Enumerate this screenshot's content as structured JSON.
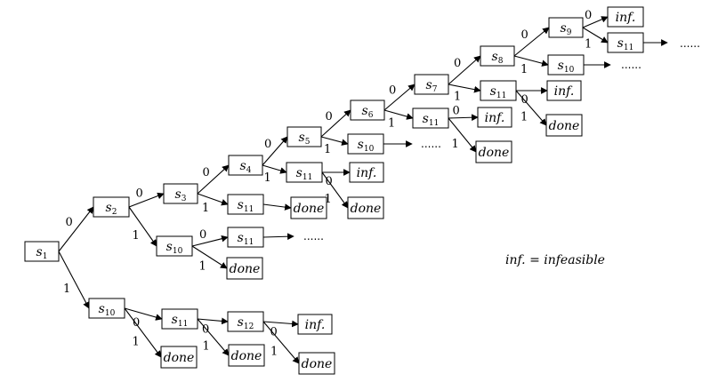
{
  "legend": "inf. = infeasible",
  "nodes": [
    {
      "id": "a1",
      "kind": "state",
      "name": "s",
      "sub": "1"
    },
    {
      "id": "b2",
      "kind": "state",
      "name": "s",
      "sub": "2"
    },
    {
      "id": "b10",
      "kind": "state",
      "name": "s",
      "sub": "10"
    },
    {
      "id": "c3",
      "kind": "state",
      "name": "s",
      "sub": "3"
    },
    {
      "id": "c10",
      "kind": "state",
      "name": "s",
      "sub": "10"
    },
    {
      "id": "d4",
      "kind": "state",
      "name": "s",
      "sub": "4"
    },
    {
      "id": "d11a",
      "kind": "state",
      "name": "s",
      "sub": "11"
    },
    {
      "id": "e5",
      "kind": "state",
      "name": "s",
      "sub": "5"
    },
    {
      "id": "e11",
      "kind": "state",
      "name": "s",
      "sub": "11"
    },
    {
      "id": "f6",
      "kind": "state",
      "name": "s",
      "sub": "6"
    },
    {
      "id": "f10",
      "kind": "state",
      "name": "s",
      "sub": "10"
    },
    {
      "id": "g7",
      "kind": "state",
      "name": "s",
      "sub": "7"
    },
    {
      "id": "g11",
      "kind": "state",
      "name": "s",
      "sub": "11"
    },
    {
      "id": "h8",
      "kind": "state",
      "name": "s",
      "sub": "8"
    },
    {
      "id": "h11",
      "kind": "state",
      "name": "s",
      "sub": "11"
    },
    {
      "id": "i9",
      "kind": "state",
      "name": "s",
      "sub": "9"
    },
    {
      "id": "i10",
      "kind": "state",
      "name": "s",
      "sub": "10"
    },
    {
      "id": "j11",
      "kind": "state",
      "name": "s",
      "sub": "11"
    },
    {
      "id": "k11",
      "kind": "state",
      "name": "s",
      "sub": "11"
    },
    {
      "id": "d11b",
      "kind": "state",
      "name": "s",
      "sub": "11"
    },
    {
      "id": "x11",
      "kind": "state",
      "name": "s",
      "sub": "11"
    },
    {
      "id": "x12",
      "kind": "state",
      "name": "s",
      "sub": "12"
    },
    {
      "id": "inf1",
      "kind": "outcome",
      "text": "inf."
    },
    {
      "id": "inf2",
      "kind": "outcome",
      "text": "inf."
    },
    {
      "id": "inf3",
      "kind": "outcome",
      "text": "inf."
    },
    {
      "id": "inf4",
      "kind": "outcome",
      "text": "inf."
    },
    {
      "id": "inf5",
      "kind": "outcome",
      "text": "inf."
    },
    {
      "id": "done1",
      "kind": "outcome",
      "text": "done"
    },
    {
      "id": "done2",
      "kind": "outcome",
      "text": "done"
    },
    {
      "id": "done3",
      "kind": "outcome",
      "text": "done"
    },
    {
      "id": "done4",
      "kind": "outcome",
      "text": "done"
    },
    {
      "id": "done5",
      "kind": "outcome",
      "text": "done"
    },
    {
      "id": "done6",
      "kind": "outcome",
      "text": "done"
    },
    {
      "id": "done7",
      "kind": "outcome",
      "text": "done"
    }
  ],
  "edges": [
    {
      "from": "a1",
      "to": "b2",
      "label": "0"
    },
    {
      "from": "a1",
      "to": "b10",
      "label": "1"
    },
    {
      "from": "b2",
      "to": "c3",
      "label": "0"
    },
    {
      "from": "b2",
      "to": "c10",
      "label": "1"
    },
    {
      "from": "c3",
      "to": "d4",
      "label": "0"
    },
    {
      "from": "c3",
      "to": "d11a",
      "label": "1"
    },
    {
      "from": "d4",
      "to": "e5",
      "label": "0"
    },
    {
      "from": "d4",
      "to": "e11",
      "label": "1"
    },
    {
      "from": "e5",
      "to": "f6",
      "label": "0"
    },
    {
      "from": "e5",
      "to": "f10",
      "label": "1"
    },
    {
      "from": "f6",
      "to": "g7",
      "label": "0"
    },
    {
      "from": "f6",
      "to": "g11",
      "label": "1"
    },
    {
      "from": "g7",
      "to": "h8",
      "label": "0"
    },
    {
      "from": "g7",
      "to": "h11",
      "label": "1"
    },
    {
      "from": "h8",
      "to": "i9",
      "label": "0"
    },
    {
      "from": "h8",
      "to": "i10",
      "label": "1"
    },
    {
      "from": "i9",
      "to": "inf1",
      "label": "0"
    },
    {
      "from": "i9",
      "to": "j11",
      "label": "1"
    },
    {
      "from": "h11",
      "to": "inf2",
      "label": "0"
    },
    {
      "from": "h11",
      "to": "done1",
      "label": "1"
    },
    {
      "from": "g11",
      "to": "inf3",
      "label": "0"
    },
    {
      "from": "g11",
      "to": "done2",
      "label": "1"
    },
    {
      "from": "e11",
      "to": "inf4",
      "label": "0"
    },
    {
      "from": "e11",
      "to": "done3",
      "label": "1"
    },
    {
      "from": "d11a",
      "to": "done4",
      "label": ""
    },
    {
      "from": "c10",
      "to": "k11",
      "label": "0"
    },
    {
      "from": "c10",
      "to": "done5",
      "label": "1"
    },
    {
      "from": "b10",
      "to": "d11b",
      "label": "0"
    },
    {
      "from": "b10",
      "to": "done6",
      "label": "1"
    },
    {
      "from": "d11b",
      "to": "x12",
      "label": "0"
    },
    {
      "from": "d11b",
      "to": "done7",
      "label": "1"
    },
    {
      "from": "x12",
      "to": "inf5",
      "label": "0"
    },
    {
      "from": "x12",
      "to": "done8",
      "label": "1"
    }
  ],
  "extra_outcomes": [
    {
      "id": "done8",
      "kind": "outcome",
      "text": "done"
    }
  ],
  "continuations": [
    {
      "from": "j11",
      "text": "......"
    },
    {
      "from": "i10",
      "text": "......"
    },
    {
      "from": "f10",
      "text": "......"
    },
    {
      "from": "k11",
      "text": "......"
    }
  ]
}
